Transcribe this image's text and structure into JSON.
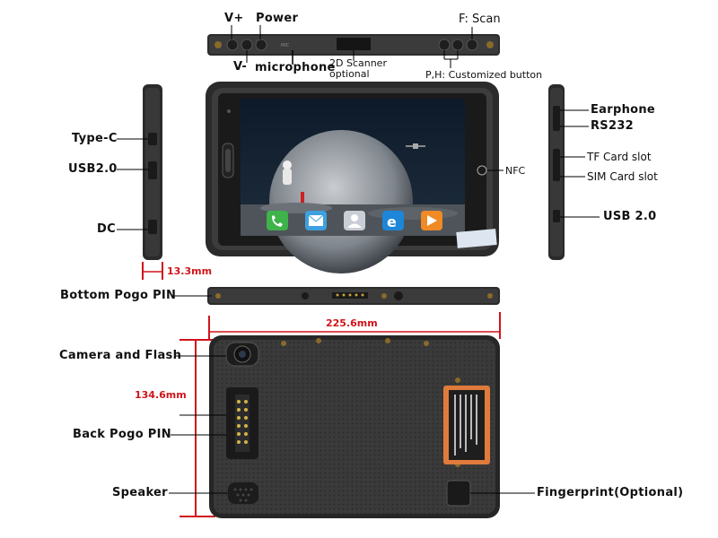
{
  "top_view": {
    "v_plus": "V+",
    "power": "Power",
    "v_minus": "V-",
    "microphone": "microphone",
    "scanner_line1": "2D Scanner",
    "scanner_line2": "optional",
    "f_scan": "F: Scan",
    "custom_button": "P,H: Customized button"
  },
  "left_side": {
    "type_c": "Type-C",
    "usb2": "USB2.0",
    "dc": "DC",
    "thickness": "13.3mm"
  },
  "front": {
    "nfc": "NFC",
    "app_icons": [
      "phone-icon",
      "mail-icon",
      "contacts-icon",
      "browser-icon",
      "play-icon"
    ]
  },
  "right_side": {
    "earphone": "Earphone",
    "rs232": "RS232",
    "tf_card": "TF Card slot",
    "sim_card": "SIM Card slot",
    "usb20": "USB 2.0"
  },
  "bottom_view": {
    "pogo": "Bottom Pogo PIN"
  },
  "back_view": {
    "width": "225.6mm",
    "height": "134.6mm",
    "camera": "Camera and Flash",
    "back_pogo": "Back Pogo PIN",
    "speaker": "Speaker",
    "fingerprint": "Fingerprint(Optional)"
  },
  "colors": {
    "accent_red": "#d0141b",
    "body_dark": "#2a2a2a",
    "label_orange": "#e07b3c"
  }
}
